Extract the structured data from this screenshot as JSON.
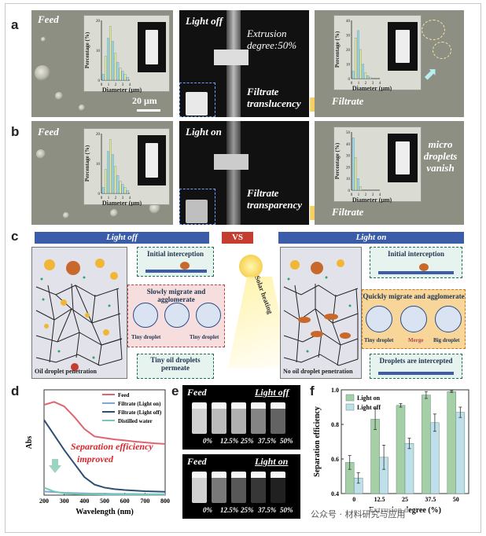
{
  "panels": {
    "a": "a",
    "b": "b",
    "c": "c",
    "d": "d",
    "e": "e",
    "f": "f"
  },
  "row_a": {
    "feed_label": "Feed",
    "light_label": "Light off",
    "extrusion": "Extrusion degree:50%",
    "filtrate_state": "Filtrate translucency",
    "filtrate_label": "Filtrate",
    "scale_bar": "20 μm"
  },
  "row_b": {
    "feed_label": "Feed",
    "light_label": "Light on",
    "filtrate_state": "Filtrate transparency",
    "filtrate_label": "Filtrate",
    "note": "micro droplets vanish"
  },
  "histogram_axes": {
    "ylabel": "Percentage (%)",
    "xlabel": "Diameter (μm)"
  },
  "histograms": {
    "a_feed": {
      "ylim": [
        0,
        20
      ],
      "yticks": [
        "0",
        "10",
        "20"
      ],
      "xticks": [
        "0",
        "1",
        "2",
        "3",
        "4"
      ],
      "bars": [
        2,
        8,
        14,
        18,
        13,
        9,
        6,
        4,
        3,
        2,
        1
      ]
    },
    "a_filtrate": {
      "ylim": [
        0,
        40
      ],
      "yticks": [
        "0",
        "10",
        "20",
        "30",
        "40"
      ],
      "xticks": [
        "0",
        "1",
        "2",
        "3",
        "4"
      ],
      "bars": [
        5,
        28,
        33,
        20,
        10,
        4,
        2,
        1
      ]
    },
    "b_feed": {
      "ylim": [
        0,
        20
      ],
      "yticks": [
        "0",
        "10",
        "20"
      ],
      "xticks": [
        "0",
        "1",
        "2",
        "3",
        "4"
      ],
      "bars": [
        2,
        8,
        14,
        18,
        13,
        9,
        6,
        4,
        3,
        2,
        1
      ]
    },
    "b_filtrate": {
      "ylim": [
        0,
        50
      ],
      "yticks": [
        "0",
        "10",
        "20",
        "30",
        "40",
        "50"
      ],
      "xticks": [
        "0",
        "1",
        "2",
        "3",
        "4"
      ],
      "bars": [
        45,
        28,
        10,
        3
      ]
    }
  },
  "panel_c": {
    "left_header": "Light off",
    "vs": "VS",
    "right_header": "Light on",
    "solar": "Solar heating",
    "left_initial": "Initial interception",
    "left_migrate": "Slowly migrate and agglomerate",
    "left_tiny1": "Tiny droplet",
    "left_tiny2": "Tiny droplet",
    "left_permeate": "Tiny oil droplets permeate",
    "left_penetration": "Oil droplet penetration",
    "right_initial": "Initial interception",
    "right_migrate": "Quickly migrate and agglomerate",
    "right_tiny": "Tiny droplet",
    "right_merge": "Merge",
    "right_big": "Big droplet",
    "right_intercepted": "Droplets are intercepted",
    "right_nopenetration": "No oil droplet penetration"
  },
  "panel_e": {
    "top_feed": "Feed",
    "top_light": "Light off",
    "bottom_feed": "Feed",
    "bottom_light": "Light on",
    "percents": [
      "0%",
      "12.5%",
      "25%",
      "37.5%",
      "50%"
    ]
  },
  "chart_data": [
    {
      "type": "line",
      "panel": "d",
      "xlabel": "Wavelength (nm)",
      "ylabel": "Abs",
      "xlim": [
        200,
        800
      ],
      "xticks": [
        "200",
        "300",
        "400",
        "500",
        "600",
        "700",
        "800"
      ],
      "annotation": "Separation efficiency improved",
      "legend_position": "top-right",
      "series": [
        {
          "name": "Feed",
          "color": "#e06470",
          "x": [
            200,
            250,
            300,
            350,
            400,
            450,
            500,
            550,
            600,
            650,
            700,
            750,
            800
          ],
          "y": [
            3.0,
            3.1,
            2.95,
            2.6,
            2.2,
            1.95,
            1.9,
            1.85,
            1.82,
            1.78,
            1.75,
            1.72,
            1.7
          ]
        },
        {
          "name": "Filtrate (Light on)",
          "color": "#7fa7d6",
          "x": [
            200,
            250,
            300,
            350,
            400,
            450,
            500,
            550,
            600,
            650,
            700,
            750,
            800
          ],
          "y": [
            0.12,
            0.1,
            0.08,
            0.07,
            0.06,
            0.05,
            0.05,
            0.04,
            0.04,
            0.04,
            0.03,
            0.03,
            0.03
          ]
        },
        {
          "name": "Filtrate (Light off)",
          "color": "#2d4f74",
          "x": [
            200,
            250,
            300,
            350,
            400,
            450,
            500,
            550,
            600,
            650,
            700,
            750,
            800
          ],
          "y": [
            2.5,
            2.0,
            1.5,
            1.05,
            0.6,
            0.35,
            0.25,
            0.2,
            0.17,
            0.15,
            0.13,
            0.12,
            0.11
          ]
        },
        {
          "name": "Distilled water",
          "color": "#74c9b6",
          "x": [
            200,
            250,
            300,
            350,
            400,
            450,
            500,
            550,
            600,
            650,
            700,
            750,
            800
          ],
          "y": [
            0.25,
            0.12,
            0.06,
            0.04,
            0.03,
            0.03,
            0.02,
            0.02,
            0.02,
            0.02,
            0.02,
            0.02,
            0.02
          ]
        }
      ]
    },
    {
      "type": "bar",
      "panel": "f",
      "xlabel": "Extrusion degree (%)",
      "ylabel": "Separation efficiency",
      "categories": [
        "0",
        "12.5",
        "25",
        "37.5",
        "50"
      ],
      "ylim": [
        0.4,
        1.0
      ],
      "yticks": [
        "0.4",
        "0.6",
        "0.8",
        "1.0"
      ],
      "legend_position": "top-left",
      "series": [
        {
          "name": "Light on",
          "color": "#a6cfa8",
          "values": [
            0.58,
            0.83,
            0.91,
            0.97,
            0.99
          ],
          "errors": [
            0.04,
            0.06,
            0.01,
            0.02,
            0.005
          ]
        },
        {
          "name": "Light off",
          "color": "#bfe0ea",
          "values": [
            0.49,
            0.61,
            0.69,
            0.81,
            0.87
          ],
          "errors": [
            0.03,
            0.07,
            0.03,
            0.05,
            0.03
          ]
        }
      ]
    }
  ],
  "watermark": "公众号 · 材料研究与应用"
}
